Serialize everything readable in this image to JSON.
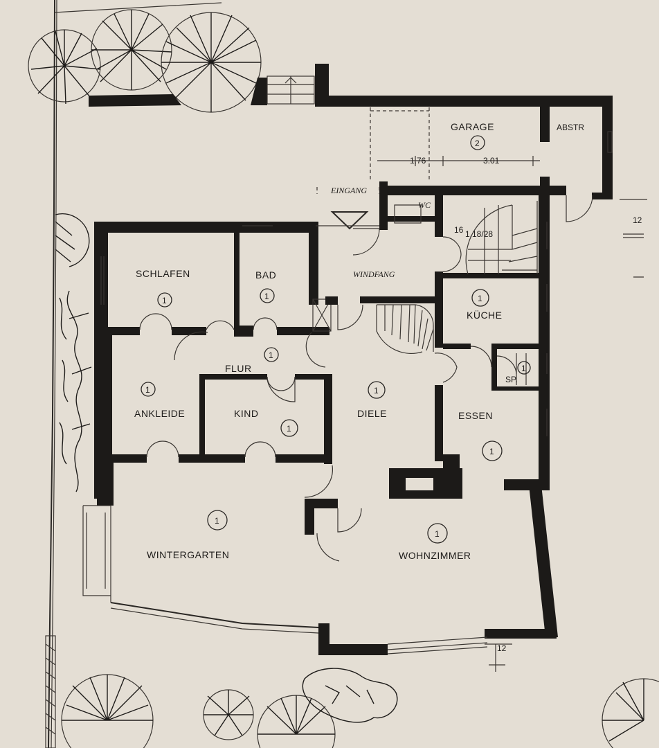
{
  "rooms": [
    {
      "id": "schlafen",
      "label": "SCHLAFEN",
      "floor": "1"
    },
    {
      "id": "bad",
      "label": "BAD",
      "floor": "1"
    },
    {
      "id": "flur",
      "label": "FLUR",
      "floor": "1"
    },
    {
      "id": "ankleide",
      "label": "ANKLEIDE",
      "floor": "1"
    },
    {
      "id": "kind",
      "label": "KIND",
      "floor": "1"
    },
    {
      "id": "diele",
      "label": "DIELE",
      "floor": "1"
    },
    {
      "id": "kueche",
      "label": "KÜCHE",
      "floor": "1"
    },
    {
      "id": "essen",
      "label": "ESSEN",
      "floor": "1"
    },
    {
      "id": "wintergarten",
      "label": "WINTERGARTEN",
      "floor": "1"
    },
    {
      "id": "wohnzimmer",
      "label": "WOHNZIMMER",
      "floor": "1"
    },
    {
      "id": "garage",
      "label": "GARAGE",
      "floor": "2"
    },
    {
      "id": "abstr",
      "label": "ABSTR"
    },
    {
      "id": "windfang",
      "label": "WINDFANG"
    },
    {
      "id": "wc",
      "label": "WC"
    },
    {
      "id": "sp",
      "label": "SP.",
      "floor": "1"
    }
  ],
  "annotations": {
    "eingang": "EINGANG",
    "dim_garage_left": "1.76",
    "dim_garage_right": "3.01",
    "stair_spec": "1.18/28",
    "stair_count": "16",
    "dim_side": "12",
    "dim_bottom": "12"
  }
}
